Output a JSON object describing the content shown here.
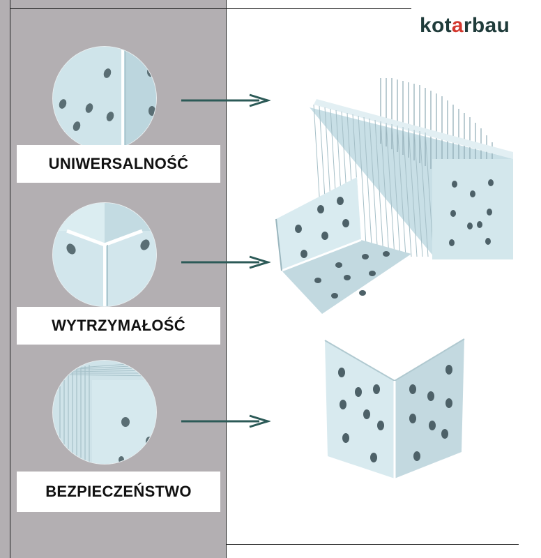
{
  "brand": {
    "logo_prefix": "kot",
    "logo_accent": "a",
    "logo_suffix": "rbau",
    "primary_color": "#1f3b3a",
    "accent_color": "#d3372e"
  },
  "features": [
    {
      "label": "UNIWERSALNOŚĆ",
      "icon": "bracket-holes-closeup-icon"
    },
    {
      "label": "WYTRZYMAŁOŚĆ",
      "icon": "bracket-corner-closeup-icon"
    },
    {
      "label": "BEZPIECZEŃSTWO",
      "icon": "bracket-stack-closeup-icon"
    }
  ],
  "colors": {
    "panel_background": "#b3afb2",
    "arrow": "#2c5a57",
    "metal": "#cde4ea"
  }
}
